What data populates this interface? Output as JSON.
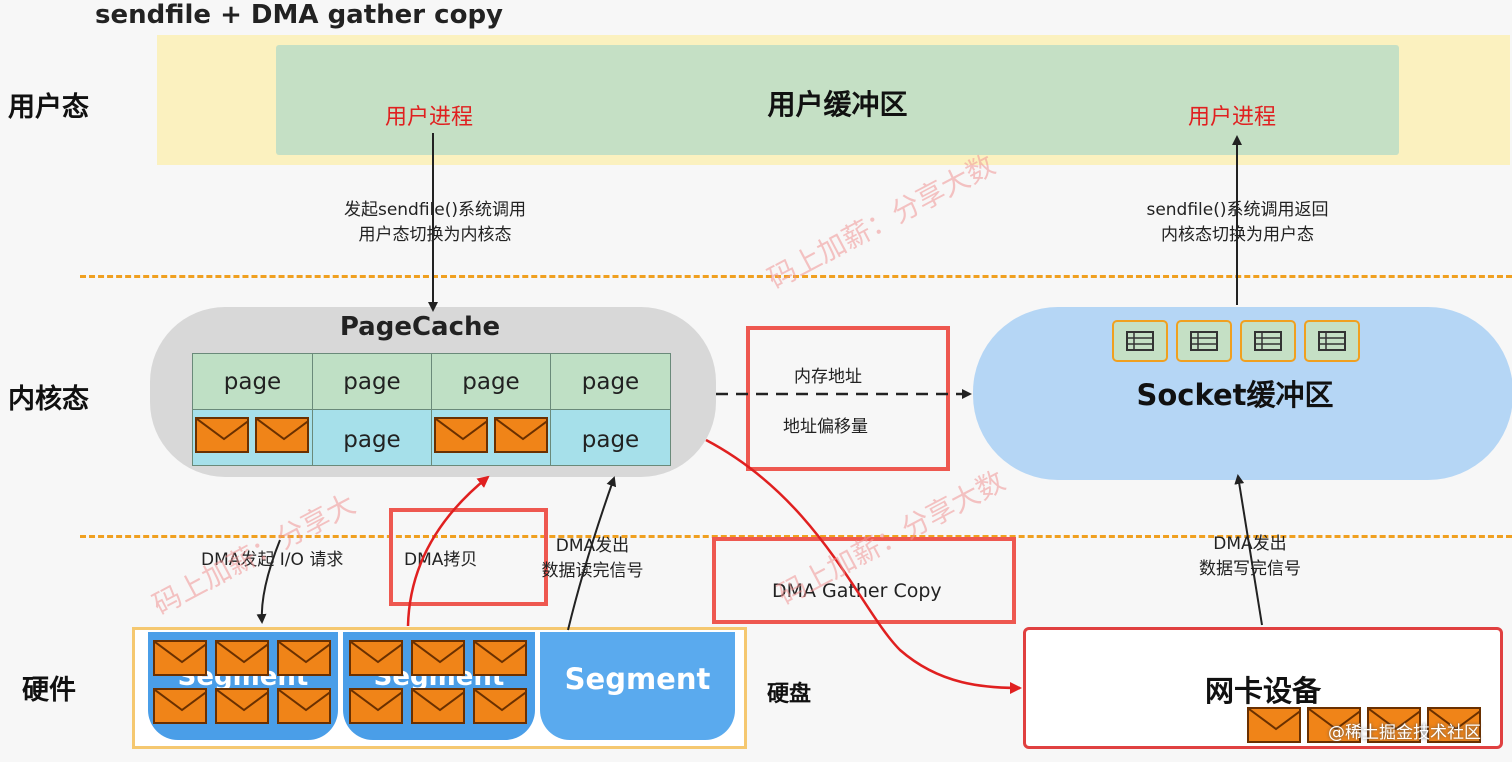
{
  "title": "sendfile + DMA gather copy",
  "layers": {
    "user": "用户态",
    "kernel": "内核态",
    "hardware": "硬件"
  },
  "user_space": {
    "buffer_label": "用户缓冲区",
    "process_left": "用户进程",
    "process_right": "用户进程"
  },
  "calls": {
    "sendfile_call": [
      "发起sendfile()系统调用",
      "用户态切换为内核态"
    ],
    "sendfile_return": [
      "sendfile()系统调用返回",
      "内核态切换为用户态"
    ]
  },
  "pagecache": {
    "title": "PageCache",
    "page_label": "page"
  },
  "socket": {
    "label": "Socket缓冲区"
  },
  "gather_info": {
    "line1": "内存地址",
    "line2": "地址偏移量"
  },
  "dma": {
    "io_request": "DMA发起 I/O 请求",
    "copy": "DMA拷贝",
    "read_done": [
      "DMA发出",
      "数据读完信号"
    ],
    "gather_copy": "DMA Gather Copy",
    "write_done": [
      "DMA发出",
      "数据写完信号"
    ]
  },
  "disk": {
    "label": "硬盘",
    "segment_label": "Segment"
  },
  "nic": {
    "label": "网卡设备"
  },
  "watermark": [
    "码上加薪：分享大数",
    "码上加薪：分享大",
    "码上加薪：分享大数"
  ],
  "credit": "@稀土掘金技术社区",
  "colors": {
    "arrow_red": "#e02020",
    "divider": "#f0a020",
    "highlight_box": "#ee5850"
  }
}
